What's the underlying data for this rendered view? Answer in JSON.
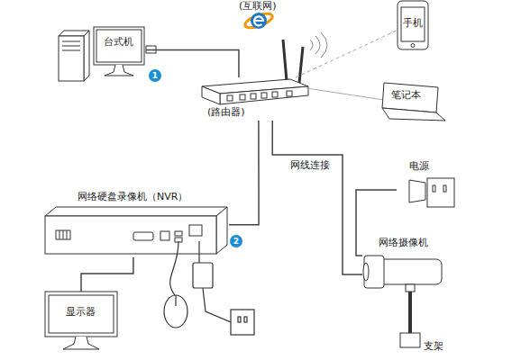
{
  "diagram": {
    "nodes": [
      {
        "text": [
          "(互联网)"
        ]
      },
      {
        "text": [
          "手机"
        ]
      },
      {
        "text": [
          "台式机"
        ]
      },
      {
        "text": [
          "(路由器)"
        ]
      },
      {
        "text": [
          "笔记本"
        ]
      },
      {
        "text": [
          "网络硬盘录像机（NVR）"
        ]
      },
      {
        "text": [
          "电源"
        ]
      },
      {
        "text": [
          "网络摄像机"
        ]
      },
      {
        "text": [
          "显示器"
        ]
      }
    ],
    "edges": [
      {
        "from": 2,
        "to": 3,
        "arrow": "none"
      },
      {
        "from": 3,
        "to": 1,
        "arrow": "none"
      },
      {
        "from": 3,
        "to": 4,
        "arrow": "none"
      },
      {
        "from": 3,
        "to": 5,
        "arrow": "none"
      },
      {
        "from": 3,
        "to": 7,
        "label": "网线连接",
        "arrow": "none"
      },
      {
        "from": 6,
        "to": 7,
        "arrow": "none"
      },
      {
        "from": 5,
        "to": 8,
        "arrow": "none"
      }
    ],
    "labels": [
      "1",
      "2",
      "支架"
    ]
  }
}
